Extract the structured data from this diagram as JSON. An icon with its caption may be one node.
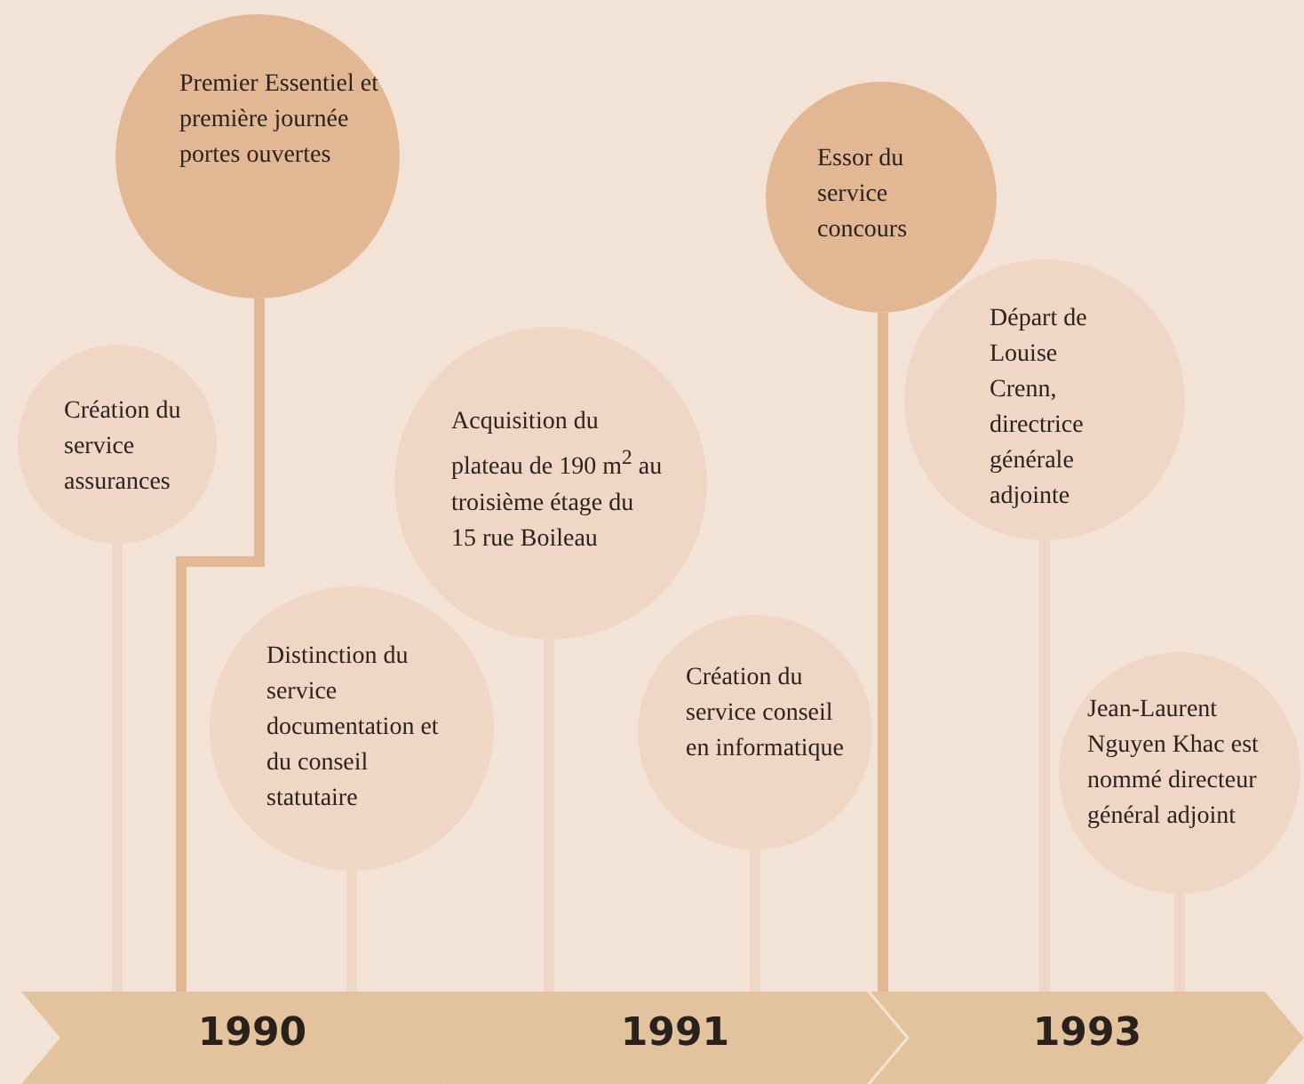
{
  "diagram": {
    "nodes": [
      {
        "text": [
          "Premier Essentiel et première journée portes ouvertes"
        ]
      },
      {
        "text": [
          "Création du service assurances"
        ]
      },
      {
        "text": [
          "Distinction du service documentation et du conseil statutaire"
        ]
      },
      {
        "text": [
          "Acquisition du plateau de 190 m$^{2}$ au troisième étage du 15 rue Boileau"
        ]
      },
      {
        "text": [
          "Création du service conseil en informatique"
        ]
      },
      {
        "text": [
          "Essor du service concours"
        ]
      },
      {
        "text": [
          "Départ de Louise Crenn, directrice générale adjointe"
        ]
      },
      {
        "text": [
          "Jean-Laurent Nguyen Khac est nommé directeur général adjoint"
        ]
      },
      {
        "text": [
          "1990"
        ]
      },
      {
        "text": [
          "1991"
        ]
      },
      {
        "text": [
          "1993"
        ]
      }
    ],
    "edges": [
      {
        "from": 0,
        "to": 8,
        "arrow": "none",
        "color": "#e2b793"
      },
      {
        "from": 1,
        "to": 8,
        "arrow": "none"
      },
      {
        "from": 2,
        "to": 8,
        "arrow": "none"
      },
      {
        "from": 3,
        "to": 9,
        "arrow": "none"
      },
      {
        "from": 4,
        "to": 9,
        "arrow": "none"
      },
      {
        "from": 5,
        "to": 10,
        "arrow": "none",
        "color": "#e2b793"
      },
      {
        "from": 6,
        "to": 10,
        "arrow": "none"
      },
      {
        "from": 7,
        "to": 10,
        "arrow": "none"
      }
    ]
  }
}
